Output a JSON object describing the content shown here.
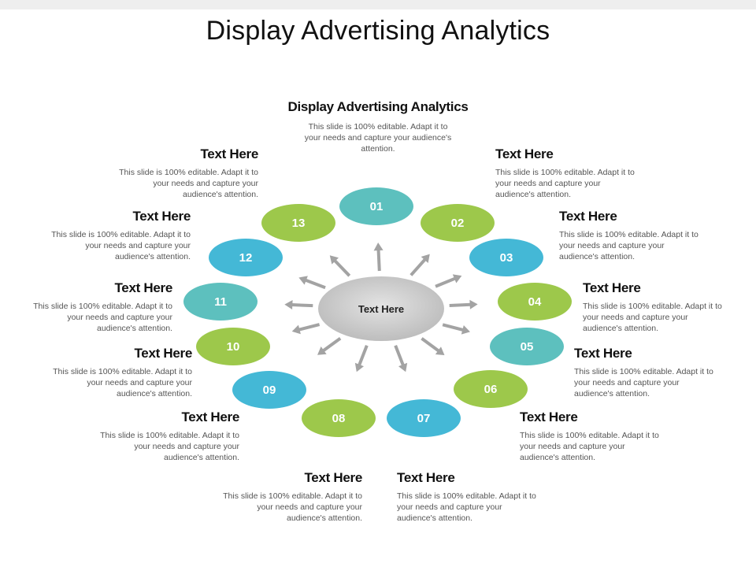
{
  "slide_title": "Display Advertising Analytics",
  "center_label": "Text Here",
  "colors": {
    "green": "#9dc84b",
    "teal": "#5dc0be",
    "blue": "#44b8d6",
    "arrow": "#a3a3a3",
    "center": "#cccccc"
  },
  "top_block": {
    "heading": "Display Advertising Analytics",
    "body": "This slide is 100% editable. Adapt it to your needs and capture your audience's attention."
  },
  "nodes": [
    {
      "label": "01",
      "color": "teal"
    },
    {
      "label": "02",
      "color": "green"
    },
    {
      "label": "03",
      "color": "blue"
    },
    {
      "label": "04",
      "color": "green"
    },
    {
      "label": "05",
      "color": "teal"
    },
    {
      "label": "06",
      "color": "green"
    },
    {
      "label": "07",
      "color": "blue"
    },
    {
      "label": "08",
      "color": "green"
    },
    {
      "label": "09",
      "color": "blue"
    },
    {
      "label": "10",
      "color": "green"
    },
    {
      "label": "11",
      "color": "teal"
    },
    {
      "label": "12",
      "color": "blue"
    },
    {
      "label": "13",
      "color": "green"
    }
  ],
  "blocks": [
    {
      "heading": "Text Here",
      "body": "This slide is 100% editable. Adapt it to your needs and capture your audience's attention."
    },
    {
      "heading": "Text Here",
      "body": "This slide is 100% editable. Adapt it to your needs and capture your audience's attention."
    },
    {
      "heading": "Text Here",
      "body": "This slide is 100% editable. Adapt it to your needs and capture your audience's attention."
    },
    {
      "heading": "Text Here",
      "body": "This slide is 100% editable. Adapt it to your needs and capture your audience's attention."
    },
    {
      "heading": "Text Here",
      "body": "This slide is 100% editable. Adapt it to your needs and capture your audience's attention."
    },
    {
      "heading": "Text Here",
      "body": "This slide is 100% editable. Adapt it to your needs and capture your audience's attention."
    },
    {
      "heading": "Text Here",
      "body": "This slide is 100% editable. Adapt it to your needs and capture your audience's attention."
    },
    {
      "heading": "Text Here",
      "body": "This slide is 100% editable. Adapt it to your needs and capture your audience's attention."
    },
    {
      "heading": "Text Here",
      "body": "This slide is 100% editable. Adapt it to your needs and capture your audience's attention."
    },
    {
      "heading": "Text Here",
      "body": "This slide is 100% editable. Adapt it to your needs and capture your audience's attention."
    },
    {
      "heading": "Text Here",
      "body": "This slide is 100% editable. Adapt it to your needs and capture your audience's attention."
    },
    {
      "heading": "Text Here",
      "body": "This slide is 100% editable. Adapt it to your needs and capture your audience's attention."
    }
  ]
}
